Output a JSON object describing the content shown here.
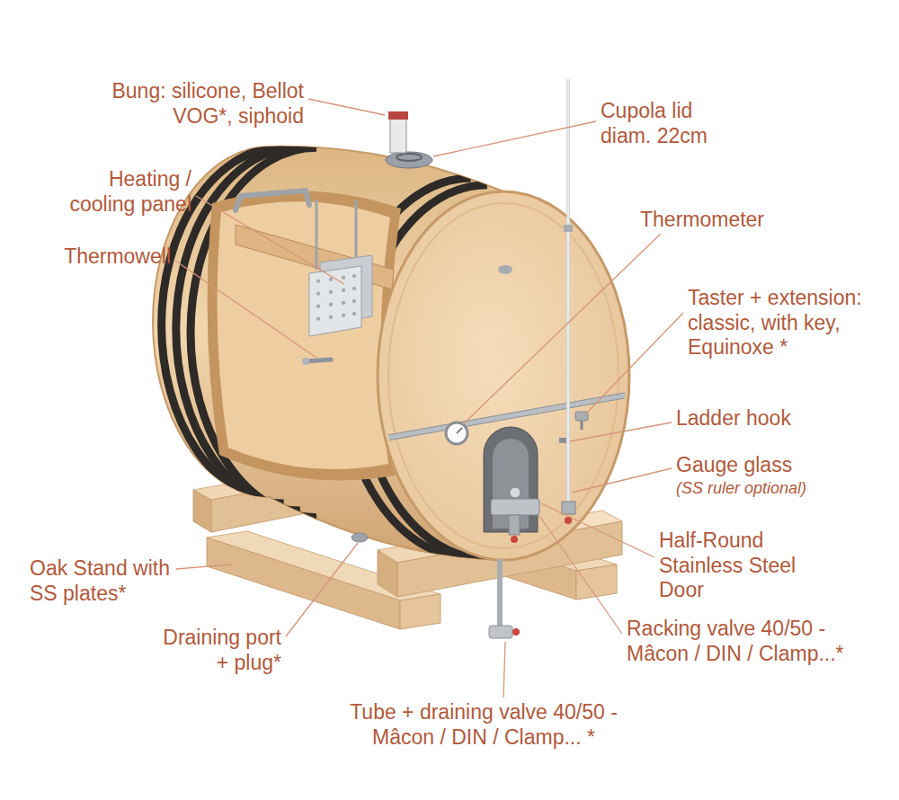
{
  "diagram": {
    "labels": [
      "Bung: silicone, Bellot VOG*, siphoid",
      "Cupola lid diam. 22cm",
      "Heating / cooling panel",
      "Thermowell",
      "Thermometer",
      "Taster + extension: classic, with key, Equinoxe *",
      "Ladder hook",
      "Gauge glass",
      "(SS ruler optional)",
      "Half-Round Stainless Steel Door",
      "Oak Stand with SS plates*",
      "Draining port + plug*",
      "Racking valve 40/50 - Mâcon / DIN / Clamp...*",
      "Tube + draining valve 40/50 - Mâcon / DIN / Clamp... *"
    ]
  }
}
